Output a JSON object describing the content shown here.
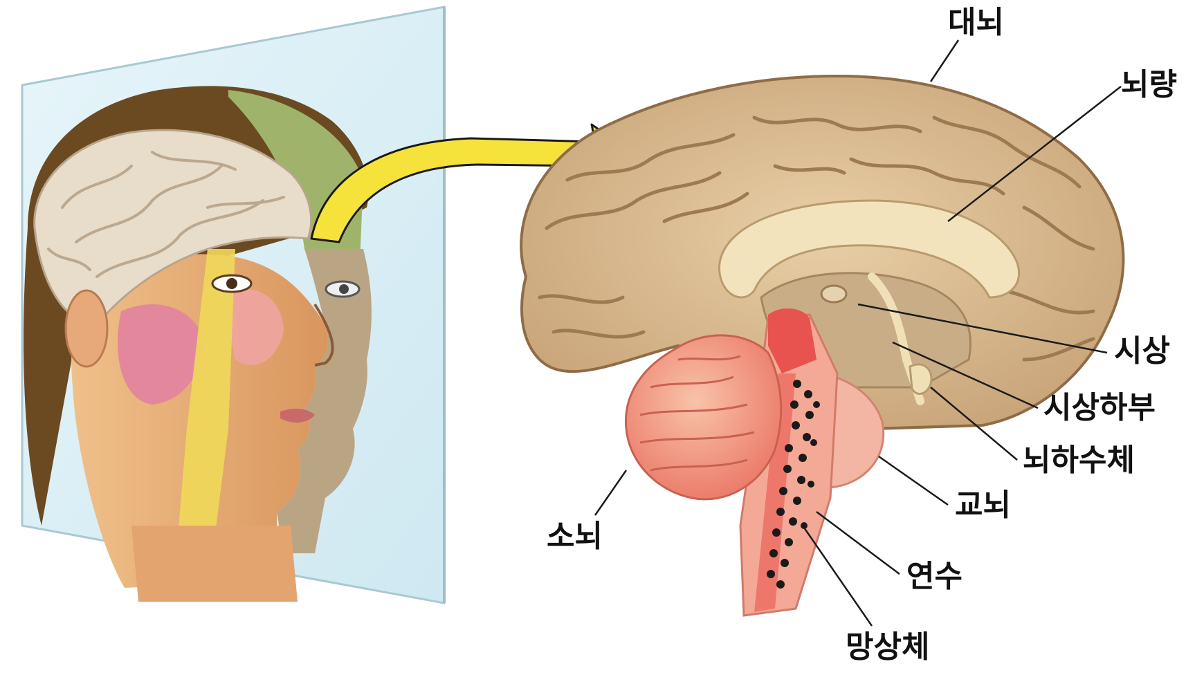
{
  "labels": {
    "cerebrum": "대뇌",
    "corpus_callosum": "뇌량",
    "thalamus": "시상",
    "hypothalamus": "시상하부",
    "pituitary": "뇌하수체",
    "pons": "교뇌",
    "cerebellum": "소뇌",
    "medulla": "연수",
    "reticular_formation": "망상체"
  },
  "colors": {
    "cortex": "#d9b88e",
    "cortex_light": "#ecd2a8",
    "corpus_callosum": "#f3e3bd",
    "cerebellum": "#f29a86",
    "brainstem": "#f4b6a4",
    "brainstem_red": "#e8524f",
    "arrow": "#f5e23a",
    "glass": "#dcf0f6"
  }
}
